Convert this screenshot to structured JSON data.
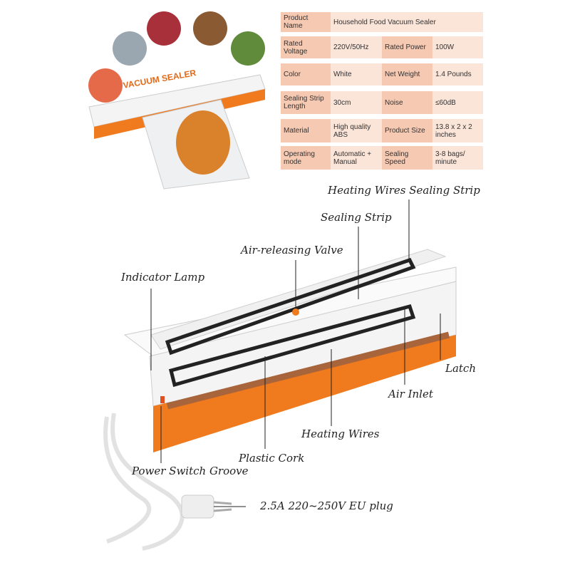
{
  "hero": {
    "banner_text": "VACUUM SEALER"
  },
  "spec_table": [
    {
      "label": "Product Name",
      "value": "Household Food Vacuum Sealer"
    },
    {
      "label": "Rated Voltage",
      "value": "220V/50Hz",
      "label2": "Rated Power",
      "value2": "100W"
    },
    {
      "label": "Color",
      "value": "White",
      "label2": "Net Weight",
      "value2": "1.4 Pounds"
    },
    {
      "label": "Sealing Strip Length",
      "value": "30cm",
      "label2": "Noise",
      "value2": "≤60dB"
    },
    {
      "label": "Material",
      "value": "High quality ABS",
      "label2": "Product Size",
      "value2": "13.8 x 2 x 2 inches"
    },
    {
      "label": "Operating mode",
      "value": "Automatic + Manual",
      "label2": "Sealing Speed",
      "value2": "3-8 bags/ minute"
    }
  ],
  "callouts": {
    "heating_wires_strip": "Heating Wires Sealing Strip",
    "sealing_strip": "Sealing Strip",
    "air_valve": "Air-releasing Valve",
    "indicator": "Indicator Lamp",
    "latch": "Latch",
    "air_inlet": "Air Inlet",
    "heating_wires": "Heating Wires",
    "plastic_cork": "Plastic Cork",
    "power_switch": "Power Switch Groove",
    "plug": "2.5A 220~250V EU plug"
  },
  "colors": {
    "accent": "#f07a1e",
    "label_cell": "#f6c9b2",
    "value_cell": "#fbe4d8"
  }
}
